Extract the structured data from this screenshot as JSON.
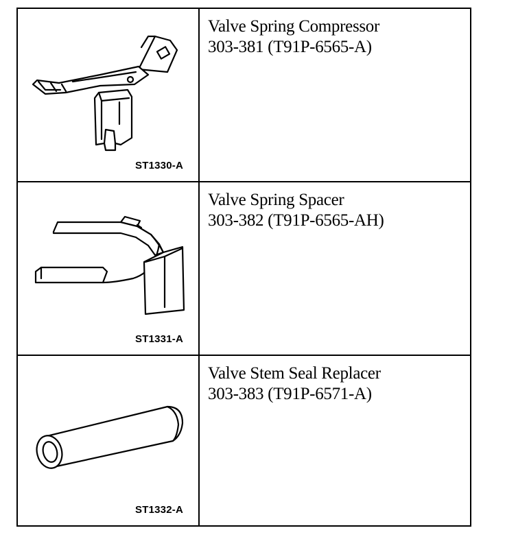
{
  "tools": [
    {
      "illustration": "valve-spring-compressor-drawing",
      "image_code": "ST1330-A",
      "name": "Valve Spring Compressor",
      "part_number": "303-381 (T91P-6565-A)"
    },
    {
      "illustration": "valve-spring-spacer-drawing",
      "image_code": "ST1331-A",
      "name": "Valve Spring Spacer",
      "part_number": "303-382 (T91P-6565-AH)"
    },
    {
      "illustration": "valve-stem-seal-replacer-drawing",
      "image_code": "ST1332-A",
      "name": "Valve Stem Seal Replacer",
      "part_number": "303-383 (T91P-6571-A)"
    }
  ]
}
